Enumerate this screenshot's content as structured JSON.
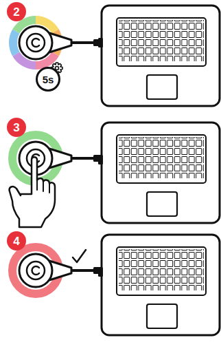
{
  "diagram": {
    "nodes": [
      {
        "text": [
          "2"
        ]
      },
      {
        "text": [
          "5s"
        ]
      },
      {
        "text": [
          "3"
        ]
      },
      {
        "text": [
          "4"
        ]
      }
    ]
  }
}
